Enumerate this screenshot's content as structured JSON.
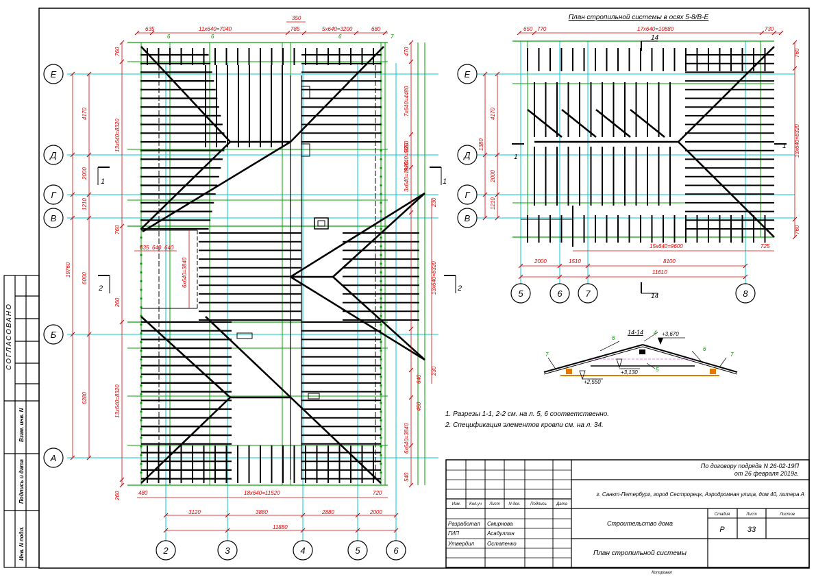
{
  "colors": {
    "dim": "#e00000",
    "axis": "#00c8d8",
    "member": "#000000",
    "green": "#009900",
    "frame": "#000000"
  },
  "plan_right_title": "План стропильной системы в осях 5-8/В-Е",
  "axes_left_rows": [
    "Е",
    "Д",
    "Г",
    "В",
    "Б",
    "А"
  ],
  "axes_left_cols": [
    "2",
    "3",
    "4",
    "5",
    "6"
  ],
  "axes_right_rows": [
    "Е",
    "Д",
    "Г",
    "В"
  ],
  "axes_right_cols": [
    "5",
    "6",
    "7",
    "8"
  ],
  "left_dims": {
    "top": [
      "635",
      "11x640=7040",
      "785",
      "350",
      "5x640=3200",
      "680"
    ],
    "top_marks": [
      "6",
      "6",
      "6",
      "7"
    ],
    "left_outer": "19760",
    "left_inner": [
      "4170",
      "2000",
      "1210",
      "6000",
      "6380"
    ],
    "left_sides": [
      "760",
      "13x640=8320",
      "760",
      "260",
      "13x640=8320",
      "260"
    ],
    "mid": [
      "635",
      "640",
      "640"
    ],
    "mid_vert": "6x640=3840",
    "right": [
      "470",
      "7x640=4480",
      "820",
      "3x640=1920",
      "8x640=5650",
      "230",
      "13x640=8320",
      "230",
      "640",
      "450",
      "6x640=3840",
      "540"
    ],
    "bottom": [
      "480",
      "18x640=11520",
      "720"
    ],
    "bottom_axes": [
      "3120",
      "3880",
      "2880",
      "2000"
    ],
    "bottom_total": "11880"
  },
  "right_dims": {
    "top": [
      "650",
      "770",
      "17x640=10880",
      "730"
    ],
    "left": [
      "1380",
      "4170",
      "2000",
      "1210"
    ],
    "right": [
      "760",
      "13x640=8320",
      "760"
    ],
    "bottom": [
      "15x640=9600",
      "725"
    ],
    "bottom_axes": [
      "2000",
      "1510",
      "8100"
    ],
    "bottom_total": "11610"
  },
  "section_marks": {
    "s1": "1",
    "s2": "2",
    "s14": "14"
  },
  "section_detail": {
    "title": "14-14",
    "levels": [
      "+3,670",
      "+3,130",
      "+2,550"
    ],
    "labels": [
      "6",
      "4",
      "7",
      "7",
      "5",
      "6"
    ]
  },
  "notes": [
    "1.   Разрезы 1-1, 2-2 см. на л. 5, 6 соответственно.",
    "2.   Спецификация элементов кровли см. на л. 34."
  ],
  "side_stamp": [
    "СОГЛАСОВАНО",
    "Взам. инв. N",
    "Подпись и дата",
    "Инв. N подл."
  ],
  "title_block": {
    "contract_line1": "По договору подряда N 26-02-19П",
    "contract_line2": "от 26 февраля 2019г.",
    "address": "г. Санкт-Петербург, город Сестрорецк, Аэродромная улица, дом 40, литера А",
    "headers": [
      "Изм.",
      "Кол.уч",
      "Лист",
      "N док.",
      "Подпись",
      "Дата"
    ],
    "roles": [
      {
        "role": "Разработал",
        "name": "Смирнова"
      },
      {
        "role": "ГИП",
        "name": "Асадуллин"
      },
      {
        "role": "Утвердил",
        "name": "Остапенко"
      }
    ],
    "project": "Строительство дома",
    "sheet_title": "План стропильной системы",
    "stage_h": "Стадия",
    "sheet_h": "Лист",
    "sheets_h": "Листов",
    "stage": "Р",
    "sheet": "33",
    "sheets": "",
    "format": "Копировал"
  }
}
